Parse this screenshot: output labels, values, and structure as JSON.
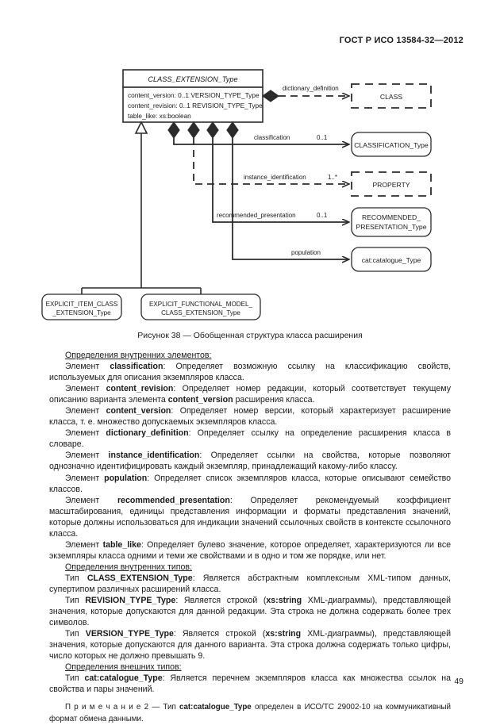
{
  "header": {
    "standard": "ГОСТ Р ИСО 13584-32—2012"
  },
  "diagram": {
    "main_class": {
      "title": "CLASS_EXTENSION_Type",
      "attributes": [
        "content_version:  0..1 VERSION_TYPE_Type",
        "content_revision:  0..1 REVISION_TYPE_Type",
        "table_like:  xs:boolean"
      ]
    },
    "related": [
      {
        "label": "CLASS",
        "style": "dashed"
      },
      {
        "label": "CLASSIFICATION_Type",
        "style": "rounded"
      },
      {
        "label": "PROPERTY",
        "style": "dashed"
      },
      {
        "label": "RECOMMENDED_\nPRESENTATION_Type",
        "style": "rounded"
      },
      {
        "label": "cat:catalogue_Type",
        "style": "rounded"
      }
    ],
    "related_lines": {
      "class": "CLASS",
      "classification": "CLASSIFICATION_Type",
      "property": "PROPERTY",
      "recommended_1": "RECOMMENDED_",
      "recommended_2": "PRESENTATION_Type",
      "catalogue": "cat:catalogue_Type"
    },
    "edges": [
      {
        "role": "dictionary_definition",
        "multiplicity": ""
      },
      {
        "role": "classification",
        "multiplicity": "0..1"
      },
      {
        "role": "instance_identification",
        "multiplicity": "1..*"
      },
      {
        "role": "recommended_presentation",
        "multiplicity": "0..1"
      },
      {
        "role": "population",
        "multiplicity": ""
      }
    ],
    "subclasses": [
      {
        "line1": "EXPLICIT_ITEM_CLASS",
        "line2": "_EXTENSION_Type"
      },
      {
        "line1": "EXPLICIT_FUNCTIONAL_MODEL_",
        "line2": "CLASS_EXTENSION_Type"
      }
    ]
  },
  "caption": "Рисунок 38 — Обобщенная структура класса расширения",
  "sections": {
    "internal_elements_heading": "Определения внутренних элементов:",
    "internal_types_heading": "Определения внутренних типов:",
    "external_types_heading": "Определения внешних типов:"
  },
  "paragraphs": {
    "classification": {
      "lead": "Элемент ",
      "term": "classification",
      "rest": ": Определяет возможную ссылку на классификацию свойств, используемых для описания экземпляров класса."
    },
    "content_revision": {
      "lead": "Элемент ",
      "term": "content_revision",
      "mid": ": Определяет номер редакции, который соответствует текущему описанию варианта элемента ",
      "term2": "content_version",
      "rest": " расширения класса."
    },
    "content_version": {
      "lead": "Элемент ",
      "term": "content_version",
      "rest": ": Определяет номер версии, который характеризует расширение класса, т. е. множество допускаемых экземпляров класса."
    },
    "dictionary_definition": {
      "lead": "Элемент ",
      "term": "dictionary_definition",
      "rest": ": Определяет ссылку на определение расширения класса в словаре."
    },
    "instance_identification": {
      "lead": "Элемент ",
      "term": "instance_identification",
      "rest": ": Определяет ссылки на свойства, которые позволяют однозначно идентифицировать каждый экземпляр, принадлежащий какому-либо классу."
    },
    "population": {
      "lead": "Элемент ",
      "term": "population",
      "rest": ": Определяет список экземпляров класса, которые описывают семейство классов."
    },
    "recommended_presentation": {
      "lead": "Элемент ",
      "term": "recommended_presentation",
      "rest": ": Определяет рекомендуемый коэффициент масштабирования, единицы представления информации и форматы представления значений, которые должны использоваться для индикации значений ссылочных свойств в контексте ссылочного класса."
    },
    "table_like": {
      "lead": "Элемент ",
      "term": "table_like",
      "rest": ": Определяет булево значение, которое определяет, характеризуются ли все экземпляры класса одними и теми же свойствами и в одно и том же порядке, или нет."
    },
    "class_extension_type": {
      "lead": "Тип ",
      "term": "CLASS_EXTENSION_Type",
      "rest": ": Является абстрактным комплексным XML-типом данных, супертипом различных расширений класса."
    },
    "revision_type_type": {
      "lead": "Тип ",
      "term": "REVISION_TYPE_Type",
      "mid": ": Является строкой (",
      "term2": "xs:string",
      "rest": " XML-диаграммы), представляющей значения, которые допускаются для данной редакции. Эта строка не должна содержать более трех символов."
    },
    "version_type_type": {
      "lead": "Тип ",
      "term": "VERSION_TYPE_Type",
      "mid": ": Является строкой (",
      "term2": "xs:string",
      "rest": " XML-диаграммы), представляющей значения, которые допускаются для данного варианта. Эта строка должна содержать только цифры, число которых не должно превышать 9."
    },
    "catalogue_type": {
      "lead": "Тип ",
      "term": "cat:catalogue_Type",
      "rest": ": Является перечнем экземпляров класса как множества ссылок на свойства и пары значений."
    },
    "note": {
      "label": "П р и м е ч а н и е   2",
      "dash": " — ",
      "lead": "Тип ",
      "term": "cat:catalogue_Type",
      "rest": " определен в ИСО/ТС 29002-10 на коммуникативный формат обмена данными."
    }
  },
  "page_number": "49",
  "colors": {
    "ink": "#1a1a1a",
    "line": "#2b2b2b",
    "paper": "#ffffff"
  }
}
